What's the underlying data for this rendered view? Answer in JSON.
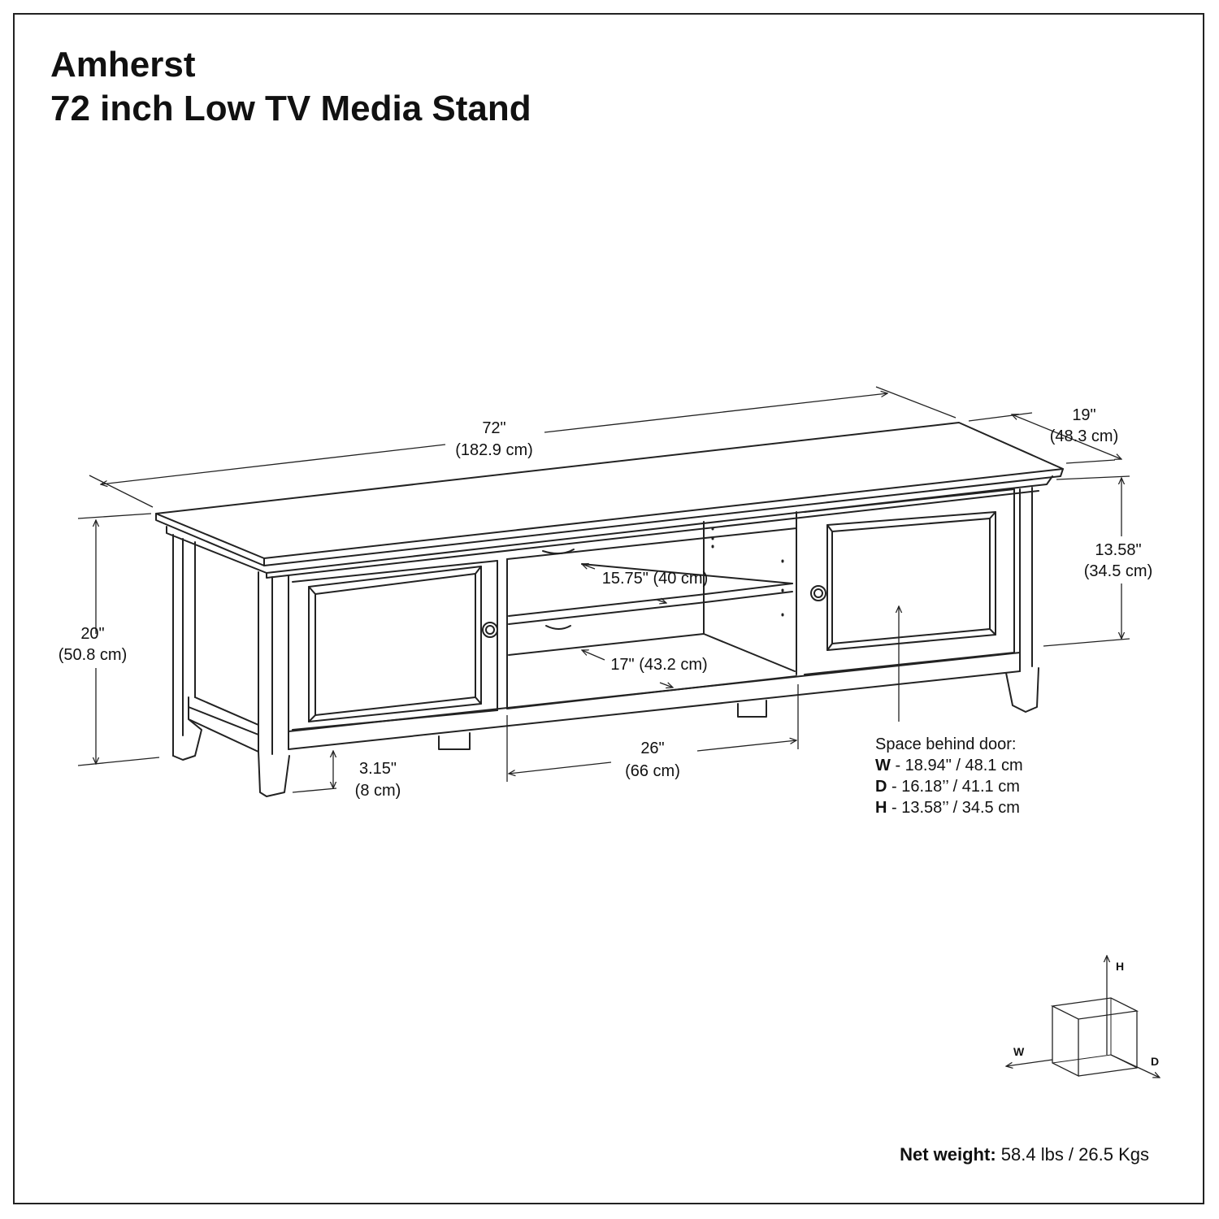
{
  "title": {
    "line1": "Amherst",
    "line2": "72 inch Low TV Media Stand"
  },
  "dimensions": {
    "width": {
      "in": "72\"",
      "cm": "(182.9 cm)"
    },
    "depth": {
      "in": "19\"",
      "cm": "(48.3 cm)"
    },
    "height": {
      "in": "20\"",
      "cm": "(50.8 cm)"
    },
    "cabinet_height": {
      "in": "13.58\"",
      "cm": "(34.5 cm)"
    },
    "upper_shelf_depth": "15.75\" (40 cm)",
    "lower_shelf_depth": "17\" (43.2 cm)",
    "center_opening_width": {
      "in": "26\"",
      "cm": "(66 cm)"
    },
    "floor_clearance": {
      "in": "3.15\"",
      "cm": "(8 cm)"
    }
  },
  "space_behind_door": {
    "heading": "Space behind door:",
    "rows": [
      {
        "key": "W",
        "value": " - 18.94\" / 48.1 cm"
      },
      {
        "key": "D",
        "value": " - 16.18’’ / 41.1 cm"
      },
      {
        "key": "H",
        "value": " - 13.58’’ / 34.5 cm"
      }
    ]
  },
  "axis_legend": {
    "h": "H",
    "w": "W",
    "d": "D"
  },
  "net_weight": {
    "label": "Net weight:",
    "value": " 58.4 lbs / 26.5 Kgs"
  },
  "colors": {
    "line": "#222222",
    "background": "#ffffff",
    "text": "#111111"
  }
}
